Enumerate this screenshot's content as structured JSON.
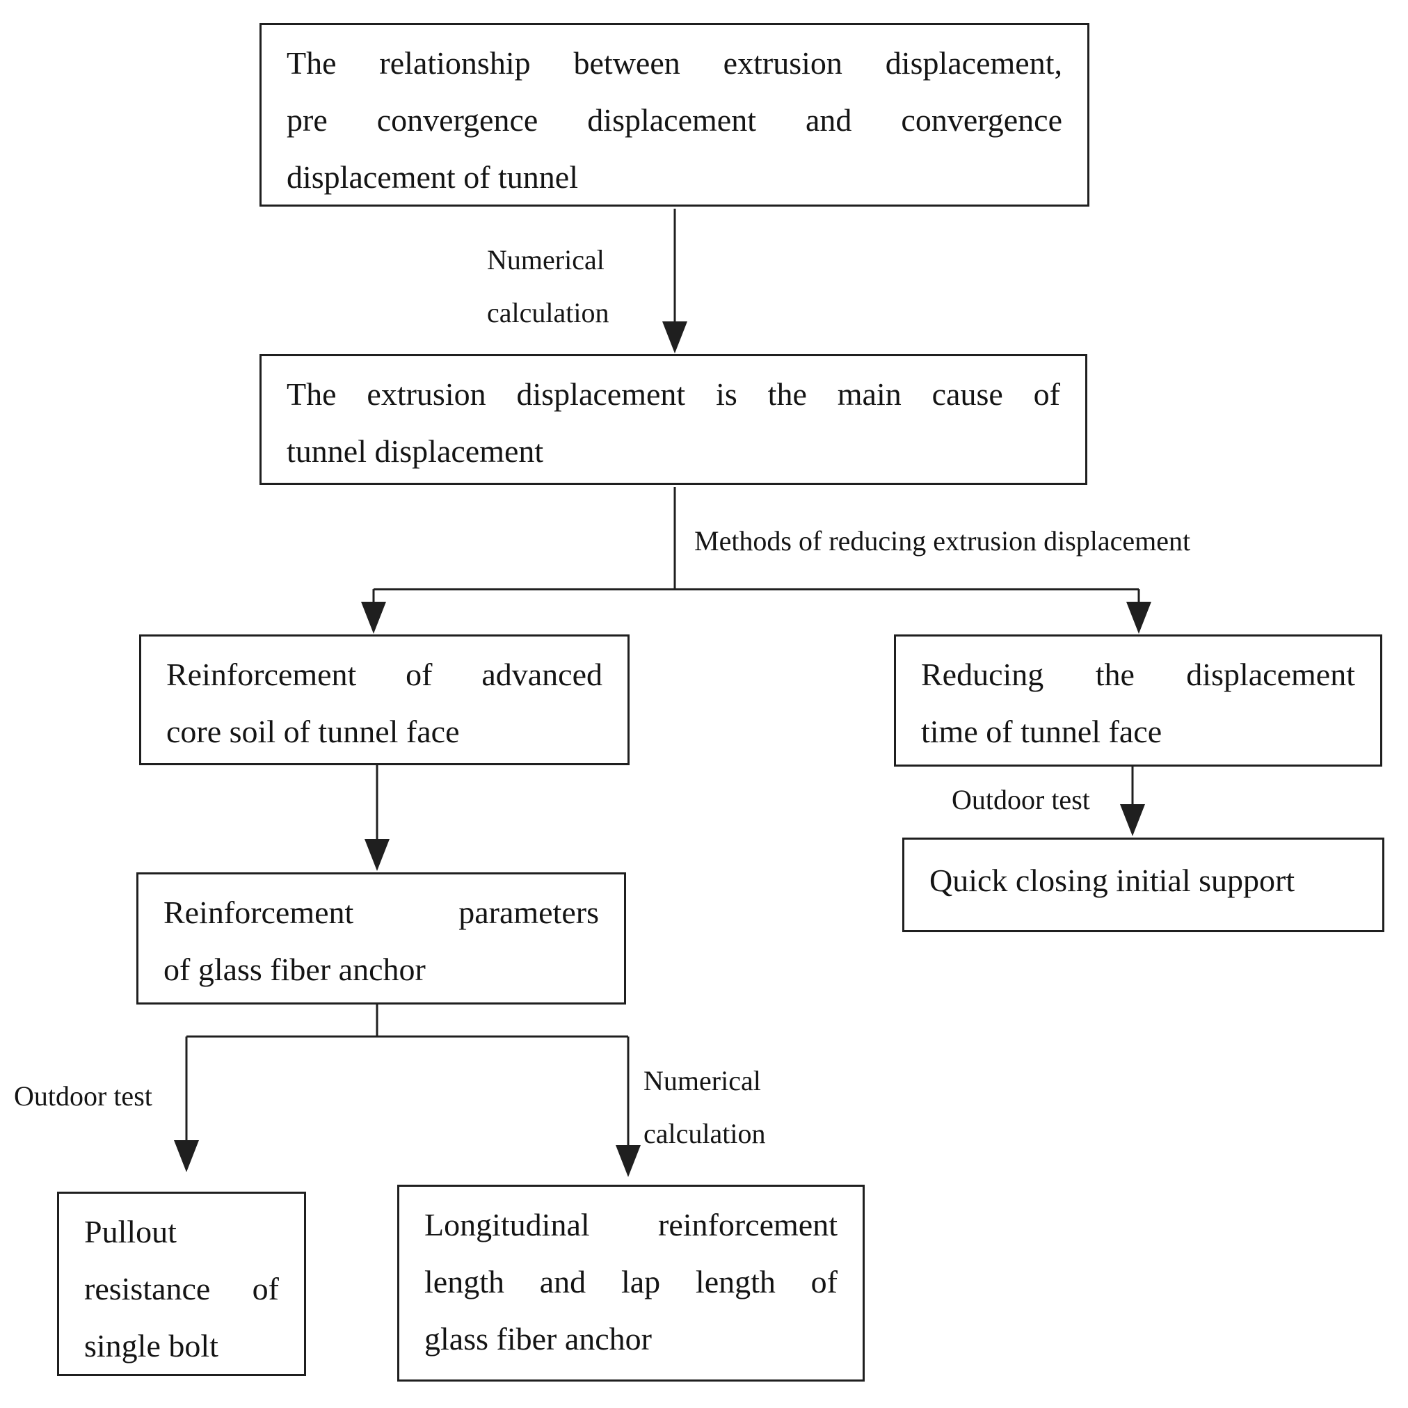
{
  "figure": {
    "background_color": "#ffffff",
    "line_color": "#1f1f1f",
    "text_color": "#141414"
  },
  "boxes": {
    "relationship": {
      "lines": [
        "The relationship between extrusion displacement,",
        "pre convergence displacement and convergence",
        "displacement of tunnel"
      ]
    },
    "cause": {
      "lines": [
        "The extrusion displacement is the main cause of",
        "tunnel displacement"
      ]
    },
    "core_soil": {
      "lines": [
        "Reinforcement of advanced",
        "core soil of tunnel face"
      ]
    },
    "reduce_time": {
      "lines": [
        "Reducing the displacement",
        "time of tunnel face"
      ]
    },
    "anchor_params": {
      "lines": [
        "Reinforcement parameters",
        "of glass fiber anchor"
      ]
    },
    "quick_closing": {
      "lines": [
        "Quick closing initial support"
      ]
    },
    "pullout": {
      "lines": [
        "Pullout",
        "resistance of",
        "single bolt"
      ]
    },
    "longitudinal": {
      "lines": [
        "Longitudinal reinforcement",
        "length and lap length of",
        "glass fiber anchor"
      ]
    }
  },
  "edge_labels": {
    "numerical_calculation_top": "Numerical calculation",
    "methods": "Methods of reducing extrusion displacement",
    "outdoor_test_right": "Outdoor test",
    "outdoor_test_left": "Outdoor test",
    "numerical_calculation_bottom": "Numerical calculation"
  }
}
